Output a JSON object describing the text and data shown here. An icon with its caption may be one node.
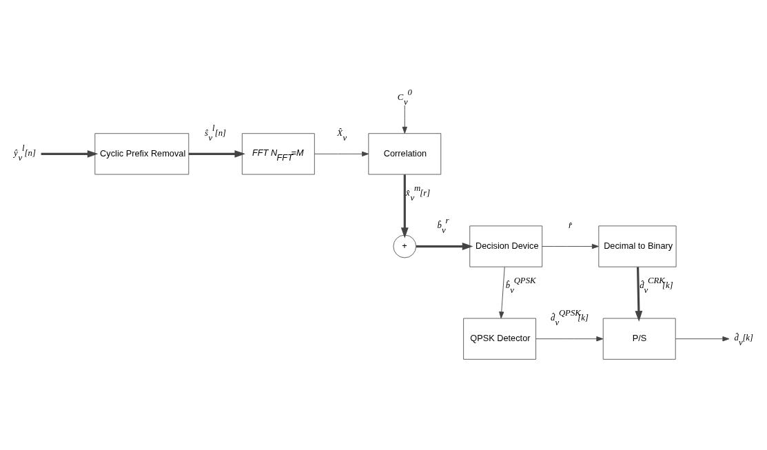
{
  "diagram": {
    "nodes": [
      {
        "text": [
          "ŷ$_{v}$$^{l}$[n]"
        ]
      },
      {
        "text": [
          "Cyclic Prefix Removal"
        ]
      },
      {
        "text": [
          "FFT N$_{FFT}$=M"
        ]
      },
      {
        "text": [
          "Correlation"
        ]
      },
      {
        "text": [
          "C$_{v}$$^{0}$"
        ]
      },
      {
        "text": [
          "+"
        ]
      },
      {
        "text": [
          "Decision Device"
        ]
      },
      {
        "text": [
          "Decimal to Binary"
        ]
      },
      {
        "text": [
          "QPSK Detector"
        ]
      },
      {
        "text": [
          "P/S"
        ]
      },
      {
        "text": [
          "d̂$_{v}$[k]"
        ]
      }
    ],
    "edges": [
      {
        "from": 0,
        "to": 1,
        "arrow": "to",
        "style": "thick"
      },
      {
        "from": 1,
        "to": 2,
        "arrow": "to",
        "style": "thick",
        "label": "ŝ$_{v}$$^{l}$[n]"
      },
      {
        "from": 2,
        "to": 3,
        "arrow": "to",
        "label": "X̂$_{v}$"
      },
      {
        "from": 4,
        "to": 3,
        "arrow": "to"
      },
      {
        "from": 3,
        "to": 5,
        "arrow": "to",
        "style": "thick",
        "label": "x̂$_{v}$$^{m}$[r]"
      },
      {
        "from": 5,
        "to": 6,
        "arrow": "to",
        "style": "thick",
        "label": "b̂$_{v}$$^{r}$"
      },
      {
        "from": 6,
        "to": 7,
        "arrow": "to",
        "label": "r̂"
      },
      {
        "from": 6,
        "to": 8,
        "arrow": "to",
        "label": "b̂$_{v}$$^{QPSK}$"
      },
      {
        "from": 7,
        "to": 9,
        "arrow": "to",
        "style": "thick",
        "label": "d̂$_{v}$$^{CRK}$[k]"
      },
      {
        "from": 8,
        "to": 9,
        "arrow": "to",
        "label": "d̂$_{v}$$^{QPSK}$[k]"
      },
      {
        "from": 9,
        "to": 10,
        "arrow": "to"
      }
    ]
  }
}
